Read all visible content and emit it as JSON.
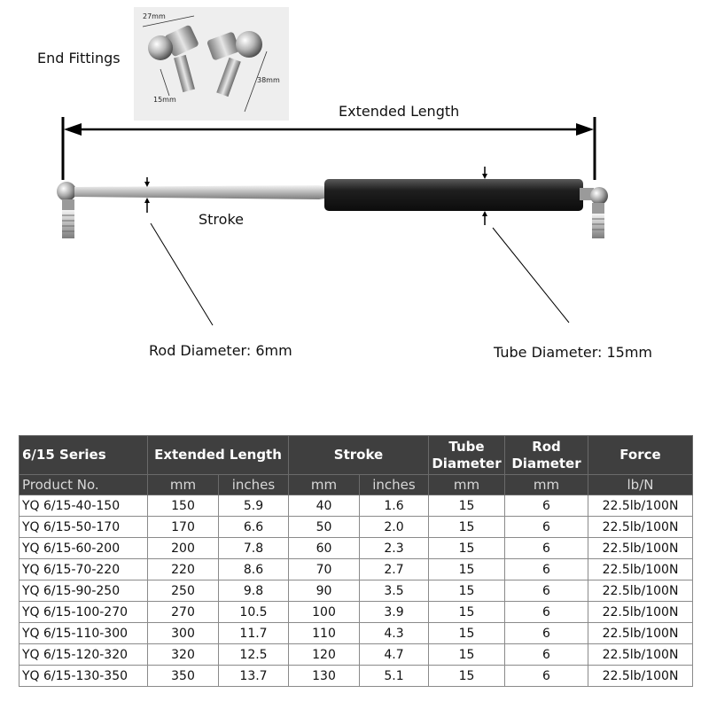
{
  "diagram": {
    "end_fittings_label": "End Fittings",
    "extended_length_label": "Extended Length",
    "stroke_label": "Stroke",
    "rod_diameter_label": "Rod Diameter: 6mm",
    "tube_diameter_label": "Tube Diameter: 15mm",
    "fitting_dims": {
      "width": "27mm",
      "thread": "15mm",
      "height": "38mm"
    }
  },
  "table": {
    "header": {
      "series": "6/15 Series",
      "extended_length": "Extended Length",
      "stroke": "Stroke",
      "tube_diameter": "Tube\nDiameter",
      "rod_diameter": "Rod\nDiameter",
      "force": "Force"
    },
    "subheader": {
      "product_no": "Product No.",
      "ext_mm": "mm",
      "ext_in": "inches",
      "stroke_mm": "mm",
      "stroke_in": "inches",
      "tube_mm": "mm",
      "rod_mm": "mm",
      "force_unit": "lb/N"
    },
    "rows": [
      [
        "YQ 6/15-40-150",
        "150",
        "5.9",
        "40",
        "1.6",
        "15",
        "6",
        "22.5lb/100N"
      ],
      [
        "YQ 6/15-50-170",
        "170",
        "6.6",
        "50",
        "2.0",
        "15",
        "6",
        "22.5lb/100N"
      ],
      [
        "YQ 6/15-60-200",
        "200",
        "7.8",
        "60",
        "2.3",
        "15",
        "6",
        "22.5lb/100N"
      ],
      [
        "YQ 6/15-70-220",
        "220",
        "8.6",
        "70",
        "2.7",
        "15",
        "6",
        "22.5lb/100N"
      ],
      [
        "YQ 6/15-90-250",
        "250",
        "9.8",
        "90",
        "3.5",
        "15",
        "6",
        "22.5lb/100N"
      ],
      [
        "YQ 6/15-100-270",
        "270",
        "10.5",
        "100",
        "3.9",
        "15",
        "6",
        "22.5lb/100N"
      ],
      [
        "YQ 6/15-110-300",
        "300",
        "11.7",
        "110",
        "4.3",
        "15",
        "6",
        "22.5lb/100N"
      ],
      [
        "YQ 6/15-120-320",
        "320",
        "12.5",
        "120",
        "4.7",
        "15",
        "6",
        "22.5lb/100N"
      ],
      [
        "YQ 6/15-130-350",
        "350",
        "13.7",
        "130",
        "5.1",
        "15",
        "6",
        "22.5lb/100N"
      ]
    ]
  }
}
